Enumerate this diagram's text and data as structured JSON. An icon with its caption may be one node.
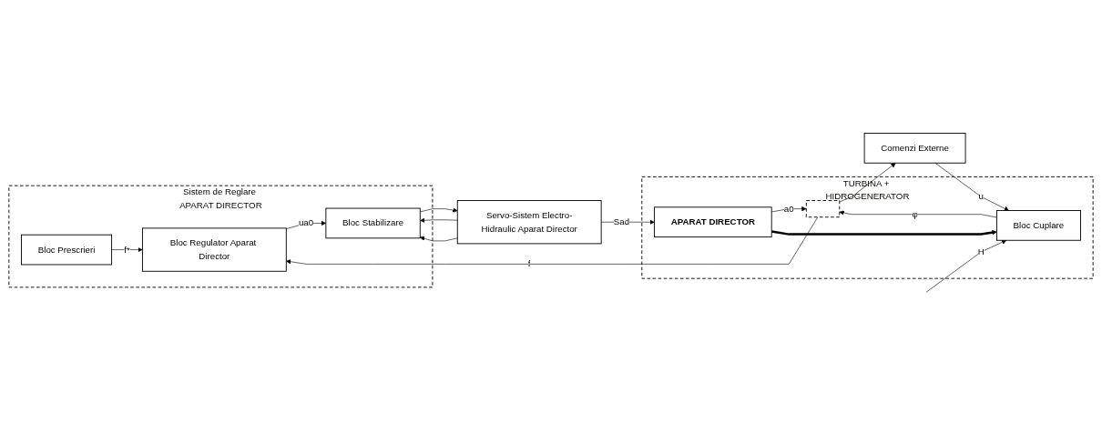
{
  "diagram": {
    "nodes": [
      {
        "text": [
          "Sistem de Reglare APARAT DIRECTOR"
        ]
      },
      {
        "text": [
          "Bloc Prescrieri"
        ],
        "in": 0
      },
      {
        "text": [
          "Bloc Regulator Aparat Director"
        ],
        "in": 0
      },
      {
        "text": [
          "Bloc Stabilizare"
        ],
        "in": 0
      },
      {
        "text": [
          "Servo-Sistem Electro-Hidraulic Aparat Director"
        ]
      },
      {
        "text": [
          "TURBINA + HIDROGENERATOR"
        ]
      },
      {
        "text": [
          "APARAT DIRECTOR"
        ],
        "in": 5
      },
      {
        "text": [
          "Bloc Cuplare"
        ],
        "in": 5
      },
      {
        "text": [],
        "shape": "box",
        "in": 5
      },
      {
        "text": [
          "Comenzi Externe"
        ]
      }
    ],
    "edges": [
      {
        "from": 1,
        "to": 2,
        "arrow": "to",
        "label": "f*"
      },
      {
        "from": 2,
        "to": 3,
        "arrow": "to",
        "label": "ua0"
      },
      {
        "from": 3,
        "to": 4,
        "arrow": "to"
      },
      {
        "from": 4,
        "to": 6,
        "arrow": "to",
        "label": "Sad"
      },
      {
        "from": 4,
        "to": 3,
        "arrow": "to"
      },
      {
        "from": 4,
        "to": 3,
        "arrow": "to"
      },
      {
        "from": 6,
        "to": 8,
        "arrow": "to",
        "label": "a0"
      },
      {
        "from": 6,
        "to": 7,
        "arrow": "to",
        "style": "thick"
      },
      {
        "from": null,
        "to": 7,
        "arrow": "to",
        "label": "H"
      },
      {
        "from": 9,
        "to": 7,
        "arrow": "to",
        "label": "u"
      },
      {
        "from": 7,
        "to": 8,
        "arrow": "to",
        "label": "φ"
      },
      {
        "from": 8,
        "to": 2,
        "arrow": "to",
        "label": "f"
      },
      {
        "from": 8,
        "to": 9,
        "arrow": "to"
      }
    ]
  }
}
